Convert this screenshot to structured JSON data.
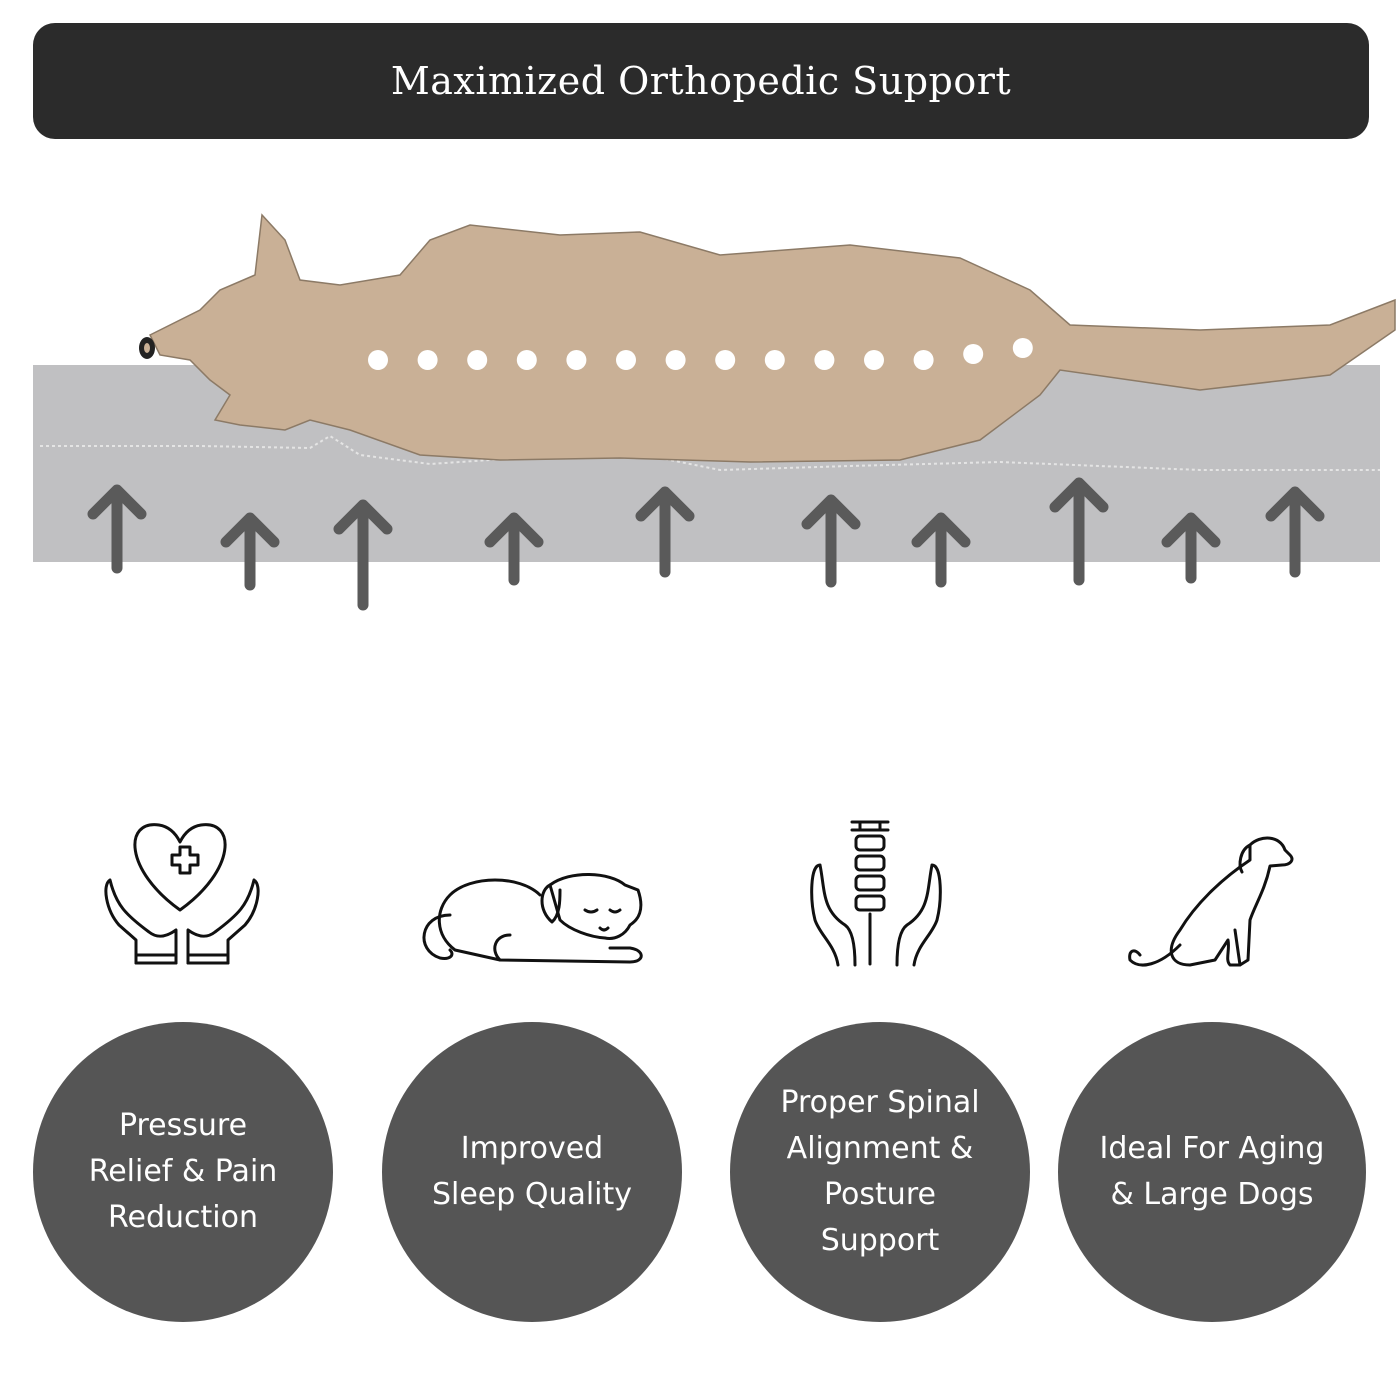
{
  "header": {
    "title": "Maximized Orthopedic Support"
  },
  "colors": {
    "banner": "#2b2b2b",
    "mattress": "#c0c0c2",
    "dog": "#c9b096",
    "arrow": "#5a5a5a",
    "circle": "#555555"
  },
  "features": [
    {
      "icon": "heart-hands-icon",
      "label": "Pressure Relief & Pain Reduction"
    },
    {
      "icon": "sleeping-dog-icon",
      "label": "Improved Sleep Quality"
    },
    {
      "icon": "spine-hands-icon",
      "label": "Proper Spinal Alignment & Posture Support"
    },
    {
      "icon": "sitting-dog-icon",
      "label": "Ideal For Aging & Large Dogs"
    }
  ]
}
